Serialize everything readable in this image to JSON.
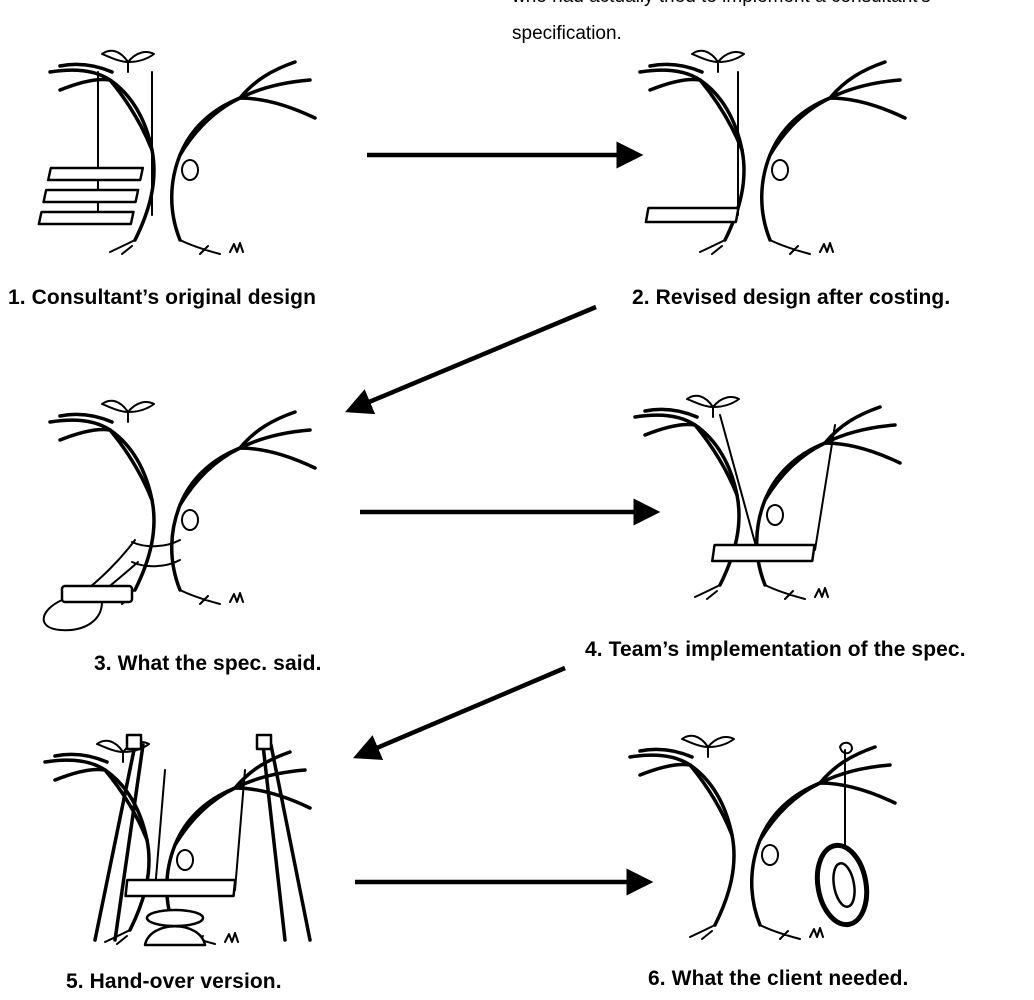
{
  "header": {
    "partial_line": "who had actually tried to implement a consultant's",
    "line": "specification."
  },
  "panels": [
    {
      "caption": "1. Consultant’s original design"
    },
    {
      "caption": "2. Revised design after costing."
    },
    {
      "caption": "3. What the spec. said."
    },
    {
      "caption": "4. Team’s implementation of the spec."
    },
    {
      "caption": "5. Hand-over version."
    },
    {
      "caption": "6. What the client needed."
    }
  ],
  "colors": {
    "ink": "#000000",
    "paper": "#ffffff"
  }
}
